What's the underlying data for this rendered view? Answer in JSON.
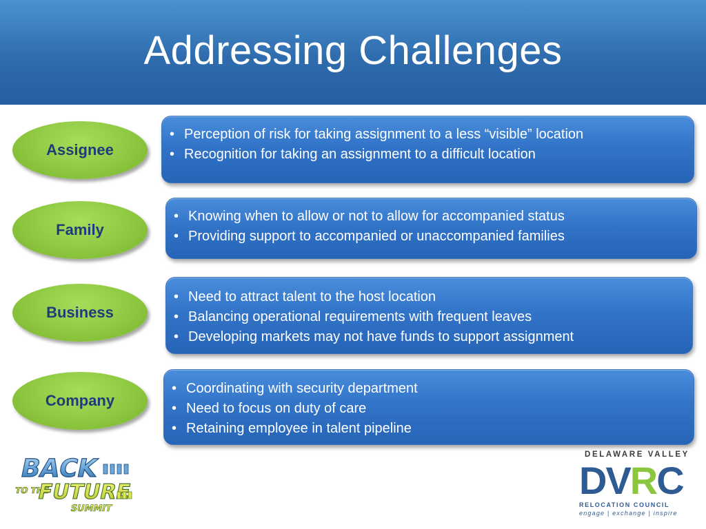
{
  "slide": {
    "title": "Addressing Challenges"
  },
  "rows": [
    {
      "category": "Assignee",
      "bullets": [
        "Perception of risk for taking assignment to a less “visible” location",
        "Recognition for taking an assignment to a difficult location"
      ]
    },
    {
      "category": "Family",
      "bullets": [
        "Knowing when to allow or not to allow for accompanied status",
        "Providing support to accompanied or unaccompanied families"
      ]
    },
    {
      "category": "Business",
      "bullets": [
        "Need to attract talent to the host location",
        "Balancing operational requirements with frequent leaves",
        "Developing markets may not have funds to support assignment"
      ]
    },
    {
      "category": "Company",
      "bullets": [
        "Coordinating with security department",
        "Need to focus on duty of care",
        "Retaining employee in talent pipeline"
      ]
    }
  ],
  "bullet_glyph": "•",
  "logos": {
    "left": {
      "line1": "BACK",
      "line2": "TO THE",
      "line3": "FUTURE",
      "line4": "SUMMIT"
    },
    "right": {
      "top": "DELAWARE VALLEY",
      "big_dv": "DV",
      "big_r": "R",
      "big_c": "C",
      "middle": "RELOCATION COUNCIL",
      "tagline": "engage | exchange | inspire"
    }
  },
  "colors": {
    "header": "#2f6cae",
    "pill": "#8cc63f",
    "pill_text": "#1f3b78",
    "box": "#3274c8",
    "box_text": "#ffffff"
  }
}
